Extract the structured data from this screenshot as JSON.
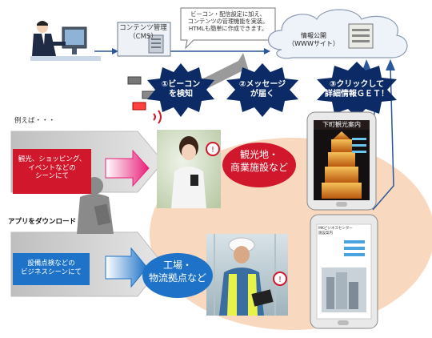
{
  "cms": {
    "label": "コンテンツ管理\n（CMS）"
  },
  "note": {
    "text": "ビーコン・配信設定に加え、\nコンテンツの管理機能を実装。\nHTMLも簡単に作成できます。"
  },
  "cloud": {
    "label": "情報公開\n（WWWサイト）"
  },
  "steps": [
    {
      "label": "①ビーコン\nを検知"
    },
    {
      "label": "②メッセージ\nが届く"
    },
    {
      "label": "③クリックして\n詳細情報ＧＥＴ！"
    }
  ],
  "example_label": "例えば・・・",
  "app_label": "アプリをダウンロード",
  "scenes": [
    {
      "label": "観光、ショッピング、\nイベントなどの\nシーンにて",
      "place": "観光地・\n商業施設など"
    },
    {
      "label": "設備点検などの\nビジネスシーンにて",
      "place": "工場・\n物流拠点など"
    }
  ],
  "phones": [
    {
      "title": "下町観光案内"
    },
    {
      "title": "MKビジネスセンター\n施設案内"
    }
  ],
  "colors": {
    "red": "#d0172b",
    "blue": "#1e73c8",
    "navy": "#0b2a66",
    "arrow_pink": "#e8207a"
  }
}
